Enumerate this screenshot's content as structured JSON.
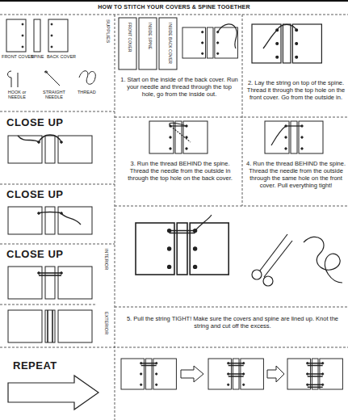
{
  "diagram": {
    "title": "HOW TO STITCH YOUR COVERS & SPINE TOGETHER",
    "nodes": [
      {
        "text": [
          "1. Start on the inside of the back cover. Run your needle and thread through the top hole, go from the inside out."
        ]
      },
      {
        "text": [
          "2. Lay the string on top of the spine. Thread it through the top hole on the front cover. Go from the outside in."
        ]
      },
      {
        "text": [
          "3. Run the thread BEHIND the spine. Thread the needle from the outside in through the top hole on the back cover."
        ]
      },
      {
        "text": [
          "4. Run the thread BEHIND the spine. Thread the needle from the outside through the same hole on the front cover. Pull everything tight!"
        ]
      },
      {
        "text": [
          "5. Pull the string TIGHT! Make sure the covers and spine are lined up. Knot the string and cut off the excess."
        ]
      }
    ],
    "labels": [
      "FRONT COVER",
      "SPINE",
      "BACK COVER",
      "HOOK or NEEDLE",
      "STRAIGHT NEEDLE",
      "THREAD",
      "SUPPLIES",
      "FRONT COVER",
      "INSIDE SPINE",
      "INSIDE BACK COVER",
      "CLOSE UP",
      "CLOSE UP",
      "INTERIOR",
      "CLOSE UP",
      "EXTERIOR",
      "REPEAT"
    ]
  }
}
